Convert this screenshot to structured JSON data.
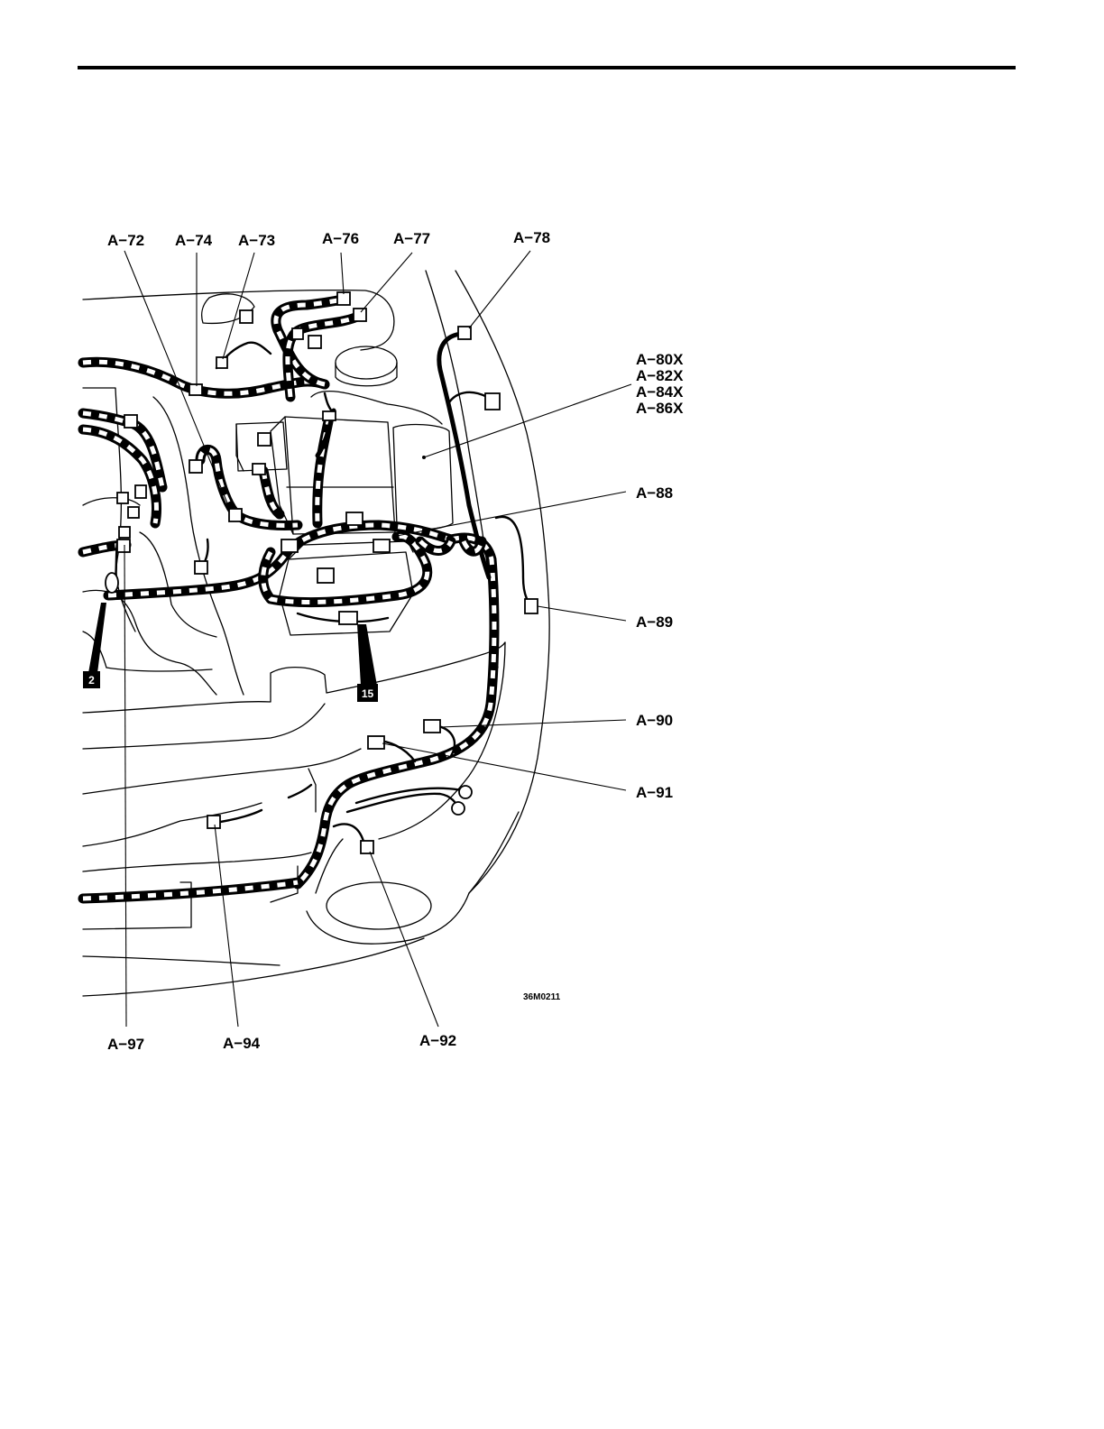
{
  "figure": {
    "code": "36M0211",
    "callouts": {
      "a72": "A−72",
      "a74": "A−74",
      "a73": "A−73",
      "a76": "A−76",
      "a77": "A−77",
      "a78": "A−78",
      "a80x": "A−80X",
      "a82x": "A−82X",
      "a84x": "A−84X",
      "a86x": "A−86X",
      "a88": "A−88",
      "a89": "A−89",
      "a90": "A−90",
      "a91": "A−91",
      "a92": "A−92",
      "a94": "A−94",
      "a97": "A−97"
    },
    "markers": {
      "m2": "2",
      "m15": "15"
    }
  }
}
